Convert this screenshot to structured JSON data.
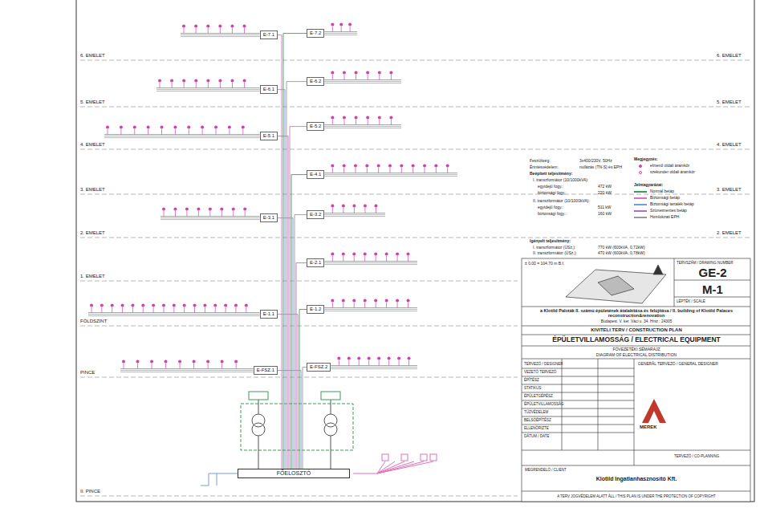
{
  "diagram": {
    "nodes": [
      {
        "text": [
          "FŐELOSZTÓ"
        ]
      },
      {
        "text": [
          "E-7.1"
        ]
      },
      {
        "text": [
          "E-7.2"
        ]
      },
      {
        "text": [
          "E-6.1"
        ]
      },
      {
        "text": [
          "E-6.2"
        ]
      },
      {
        "text": [
          "E-5.1"
        ]
      },
      {
        "text": [
          "E-5.2"
        ]
      },
      {
        "text": [
          "E-4.1"
        ]
      },
      {
        "text": [
          "E-3.1"
        ]
      },
      {
        "text": [
          "E-3.2"
        ]
      },
      {
        "text": [
          "E-2.1"
        ]
      },
      {
        "text": [
          "E-1.1"
        ]
      },
      {
        "text": [
          "E-1.2"
        ]
      },
      {
        "text": [
          "E-FSZ.1"
        ]
      },
      {
        "text": [
          "E-FSZ.2"
        ]
      }
    ],
    "edges": [
      {
        "from": 0,
        "to": 1,
        "arrow": "none"
      },
      {
        "from": 0,
        "to": 2,
        "arrow": "none"
      },
      {
        "from": 0,
        "to": 3,
        "arrow": "none"
      },
      {
        "from": 0,
        "to": 4,
        "arrow": "none"
      },
      {
        "from": 0,
        "to": 5,
        "arrow": "none"
      },
      {
        "from": 0,
        "to": 6,
        "arrow": "none"
      },
      {
        "from": 0,
        "to": 7,
        "arrow": "none"
      },
      {
        "from": 0,
        "to": 8,
        "arrow": "none"
      },
      {
        "from": 0,
        "to": 9,
        "arrow": "none"
      },
      {
        "from": 0,
        "to": 10,
        "arrow": "none"
      },
      {
        "from": 0,
        "to": 11,
        "arrow": "none"
      },
      {
        "from": 0,
        "to": 12,
        "arrow": "none"
      },
      {
        "from": 0,
        "to": 13,
        "arrow": "none"
      },
      {
        "from": 0,
        "to": 14,
        "arrow": "none"
      }
    ],
    "labels": [
      "6. EMELET",
      "5. EMELET",
      "4. EMELET",
      "3. EMELET",
      "2. EMELET",
      "1. EMELET",
      "FÖLDSZINT",
      "PINCE",
      "II. PINCE",
      "6. EMELET",
      "5. EMELET",
      "4. EMELET",
      "3. EMELET",
      "2. EMELET",
      "Feszültség:",
      "3x400/230V, 50Hz",
      "Érintésvédelem:",
      "nullázás (TN-S) és EPH",
      "Beépített teljesítmény:",
      "I. transzformátor (10/1000kVA):",
      "egyidejű fogy.:",
      "472 kW",
      "biztonsági fogy.:",
      "220 kW",
      "II. transzformátor (10/1000kVA):",
      "egyidejű fogy.:",
      "511 kW",
      "biztonsági fogy.:",
      "160 kW",
      "Igényelt teljesítmény:",
      "I. transzformátor (ÜSz.):",
      "770 kW (600kVA, 0,72kW)",
      "II. transzformátor (ÜSz.):",
      "470 kW (600kVA, 0,78kW)",
      "Megjegyzés:",
      "Jelmagyarázat:",
      "± 0.00 = 104.70 m B.f.",
      "TERVSZÁM / DRAWING NUMBER",
      "GE-2",
      "M-1",
      "LÉPTÉK / SCALE",
      "a Klotild Paloták II. számú épületének átalakítása és felújítása / II. building of Klotild Palaces reconstruction&renovation",
      "Budapest, V. ker. Váci u. 34. Hrsz.: 24305",
      "KIVITELI TERV / CONSTRUCTION PLAN",
      "ÉPÜLETVILLAMOSSÁG / ELECTRICAL EQUIPMENT",
      "FŐVEZETÉKI SÉMARAJZ",
      "DIAGRAM OF ELECTRICAL DISTRIBUTION",
      "TERVEZŐ / DESIGNER",
      "VEZETŐ TERVEZŐ",
      "ÉPÍTÉSZ",
      "STATIKUS",
      "ÉPÜLETGÉPÉSZ",
      "ÉPÜLETVILLAMOSSÁG",
      "TŰZVÉDELEM",
      "BELSŐÉPÍTÉSZ",
      "ELLENŐRIZTE",
      "DÁTUM / DATE",
      "GENERÁL TERVEZŐ / GENERAL DESIGNER",
      "MEREK",
      "TERVEZŐ / CO-PLANNING",
      "MEGRENDELŐ / CLIENT",
      "Klotild Ingatlanhasznosító Kft.",
      "A TERV JOGVÉDELEM ALATT ÁLL / THIS PLAN IS UNDER THE PROTECTION OF COPYRIGHT"
    ],
    "legend": [
      {
        "text": "elmenő oldali áramkör"
      },
      {
        "text": "szekunder oldali áramkör"
      },
      {
        "text": "Normál betáp",
        "color": "#3a9a5a"
      },
      {
        "text": "Biztonsági betáp",
        "color": "#e070b8"
      },
      {
        "text": "Biztonsági tartalék betáp",
        "color": "#7a9ad8"
      },
      {
        "text": "Szünetmentes betáp",
        "color": "#b070c8"
      },
      {
        "text": "Homlokzati EPH",
        "color": "#999999"
      }
    ]
  }
}
